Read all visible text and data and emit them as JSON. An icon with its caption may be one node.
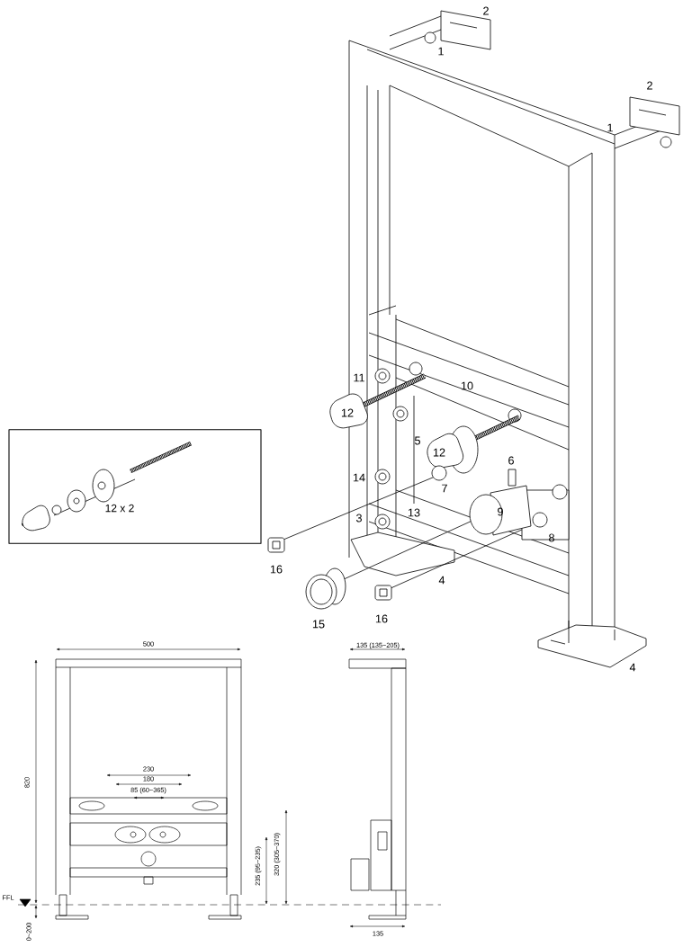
{
  "diagram": {
    "nodes": [
      {
        "text": [
          "12 x 2"
        ]
      }
    ],
    "labels": [
      "2",
      "1",
      "2",
      "1",
      "11",
      "10",
      "12",
      "5",
      "12",
      "6",
      "14",
      "7",
      "3",
      "13",
      "9",
      "8",
      "16",
      "4",
      "15",
      "16",
      "4",
      "500",
      "820",
      "230",
      "180",
      "85 (60~365)",
      "FFL",
      "235 (95~235)",
      "320 (305~370)",
      "0~200",
      "135 (135~205)",
      "135"
    ]
  }
}
